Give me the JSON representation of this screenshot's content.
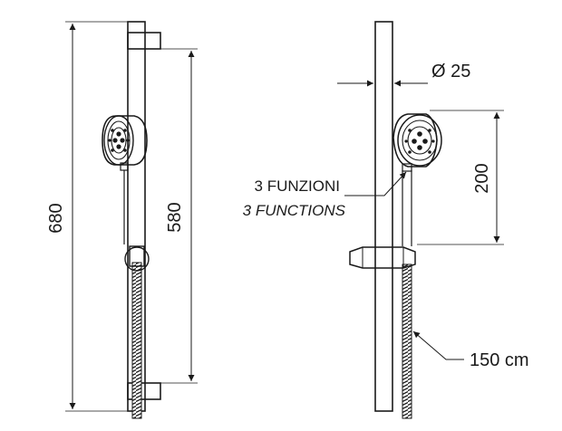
{
  "left_view": {
    "overall_height": "680",
    "rail_height": "580"
  },
  "right_view": {
    "diameter": "Ø 25",
    "head_offset": "200",
    "functions_it": "3 FUNZIONI",
    "functions_en": "3 FUNCTIONS",
    "hose_length": "150 cm"
  },
  "colors": {
    "line": "#1a1a1a",
    "arrow": "#1a1a1a",
    "background": "#ffffff"
  }
}
